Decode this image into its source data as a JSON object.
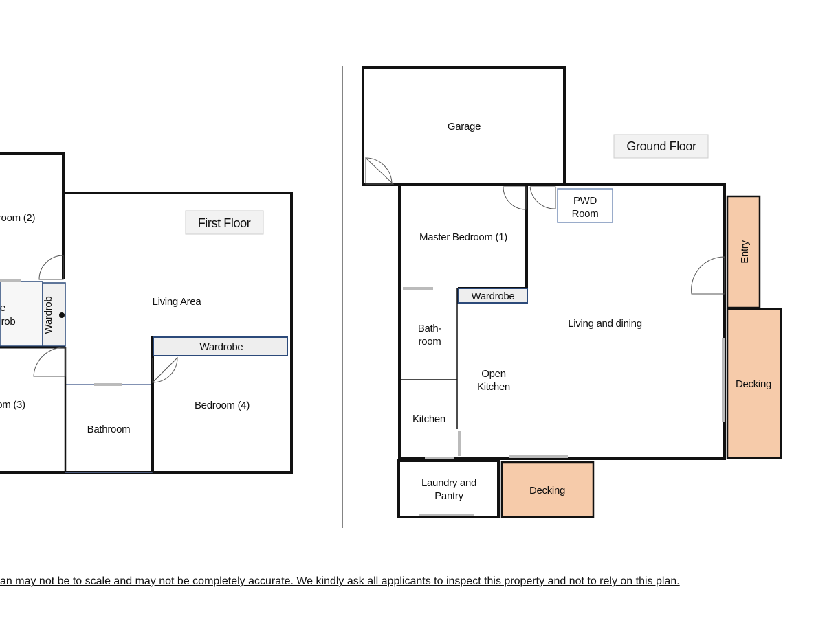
{
  "first_floor": {
    "title": "First Floor",
    "rooms": {
      "bedroom2": "room (2)",
      "wardrobe_partial_line1": "e",
      "wardrobe_partial_line2": "rob",
      "wardrobe_vertical": "Wardrob",
      "living_area": "Living  Area",
      "wardrobe": "Wardrobe",
      "bedroom3": "om (3)",
      "bathroom": "Bathroom",
      "bedroom4": "Bedroom (4)"
    }
  },
  "ground_floor": {
    "title": "Ground Floor",
    "rooms": {
      "garage": "Garage",
      "pwd_line1": "PWD",
      "pwd_line2": "Room",
      "master_bedroom": "Master Bedroom (1)",
      "entry": "Entry",
      "wardrobe": "Wardrobe",
      "living_dining": "Living and dining",
      "bath_line1": "Bath-",
      "bath_line2": "room",
      "open_kitchen_line1": "Open",
      "open_kitchen_line2": "Kitchen",
      "decking_right": "Decking",
      "kitchen": "Kitchen",
      "laundry_line1": "Laundry and",
      "laundry_line2": "Pantry",
      "decking_bottom": "Decking"
    }
  },
  "disclaimer": "an may not be to scale and may not be completely accurate. We kindly ask all applicants to inspect this property and not to rely on this plan."
}
